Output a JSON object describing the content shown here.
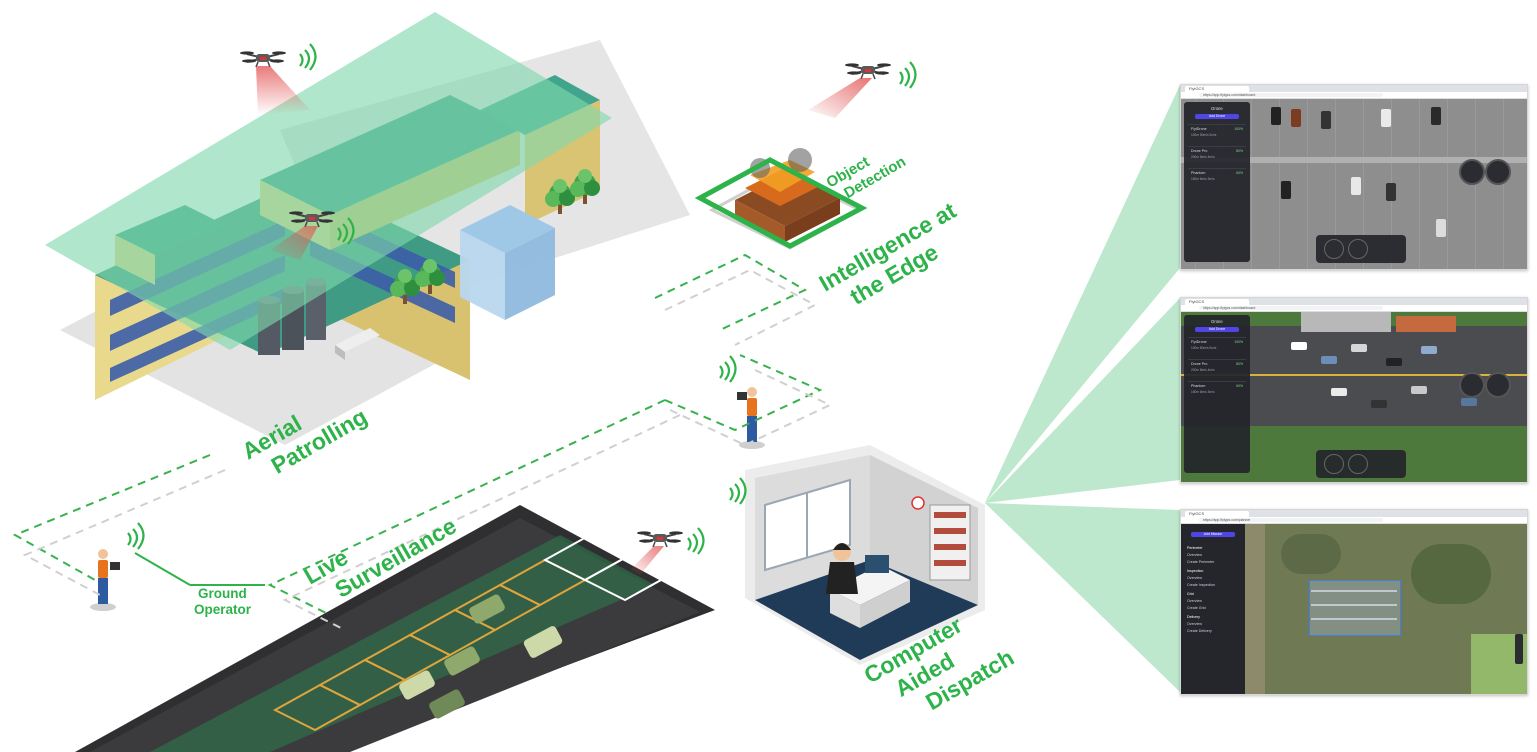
{
  "labels": {
    "aerial_patrolling": [
      "Aerial",
      "Patrolling"
    ],
    "object_detection": [
      "Object",
      "Detection"
    ],
    "intelligence_edge": [
      "Intelligence at",
      "the Edge"
    ],
    "live_surveillance": [
      "Live",
      "Surveillance"
    ],
    "ground_operator": [
      "Ground",
      "Operator"
    ],
    "computer_aided_dispatch": [
      "Computer",
      "Aided",
      "Dispatch"
    ]
  },
  "screens": [
    {
      "name": "parking-lot-view",
      "tab": "FlytGCS",
      "url": "https://app.flytgcs.com/dashboard",
      "panel_title": "Drone",
      "panel_button": "Add Drone",
      "drones": [
        {
          "name": "FlytDrone",
          "status": "100%",
          "meta": "100m  50m/s  5m/s"
        },
        {
          "name": "Drone Pro",
          "status": "80%",
          "meta": "200m  8m/s  4m/s"
        },
        {
          "name": "Phantom",
          "status": "60%",
          "meta": "150m  6m/s  3m/s"
        }
      ]
    },
    {
      "name": "traffic-view",
      "tab": "FlytGCS",
      "url": "https://app.flytgcs.com/dashboard",
      "panel_title": "Drone",
      "panel_button": "Add Drone",
      "drones": [
        {
          "name": "FlytDrone",
          "status": "100%",
          "meta": "100m  50m/s  5m/s"
        },
        {
          "name": "Drone Pro",
          "status": "80%",
          "meta": "200m  8m/s  4m/s"
        },
        {
          "name": "Phantom",
          "status": "60%",
          "meta": "150m  6m/s  3m/s"
        }
      ]
    },
    {
      "name": "map-planning-view",
      "tab": "FlytGCS",
      "url": "https://app.flytgcs.com/planner",
      "panel_button": "Add Mission",
      "sections": [
        {
          "title": "Perimeter",
          "items": [
            "Overview",
            "Create Perimeter"
          ]
        },
        {
          "title": "Inspection",
          "items": [
            "Overview",
            "Create Inspection"
          ]
        },
        {
          "title": "Grid",
          "items": [
            "Overview",
            "Create Grid"
          ]
        },
        {
          "title": "Delivery",
          "items": [
            "Overview",
            "Create Delivery"
          ]
        }
      ]
    }
  ],
  "colors": {
    "brand_green": "#2db34a",
    "connector_green": "#37b24d",
    "fan_green": "#bde8cd",
    "coverage_green": "#7fd8ac",
    "laser_red": "#e04848",
    "ui_accent": "#5046e5"
  }
}
